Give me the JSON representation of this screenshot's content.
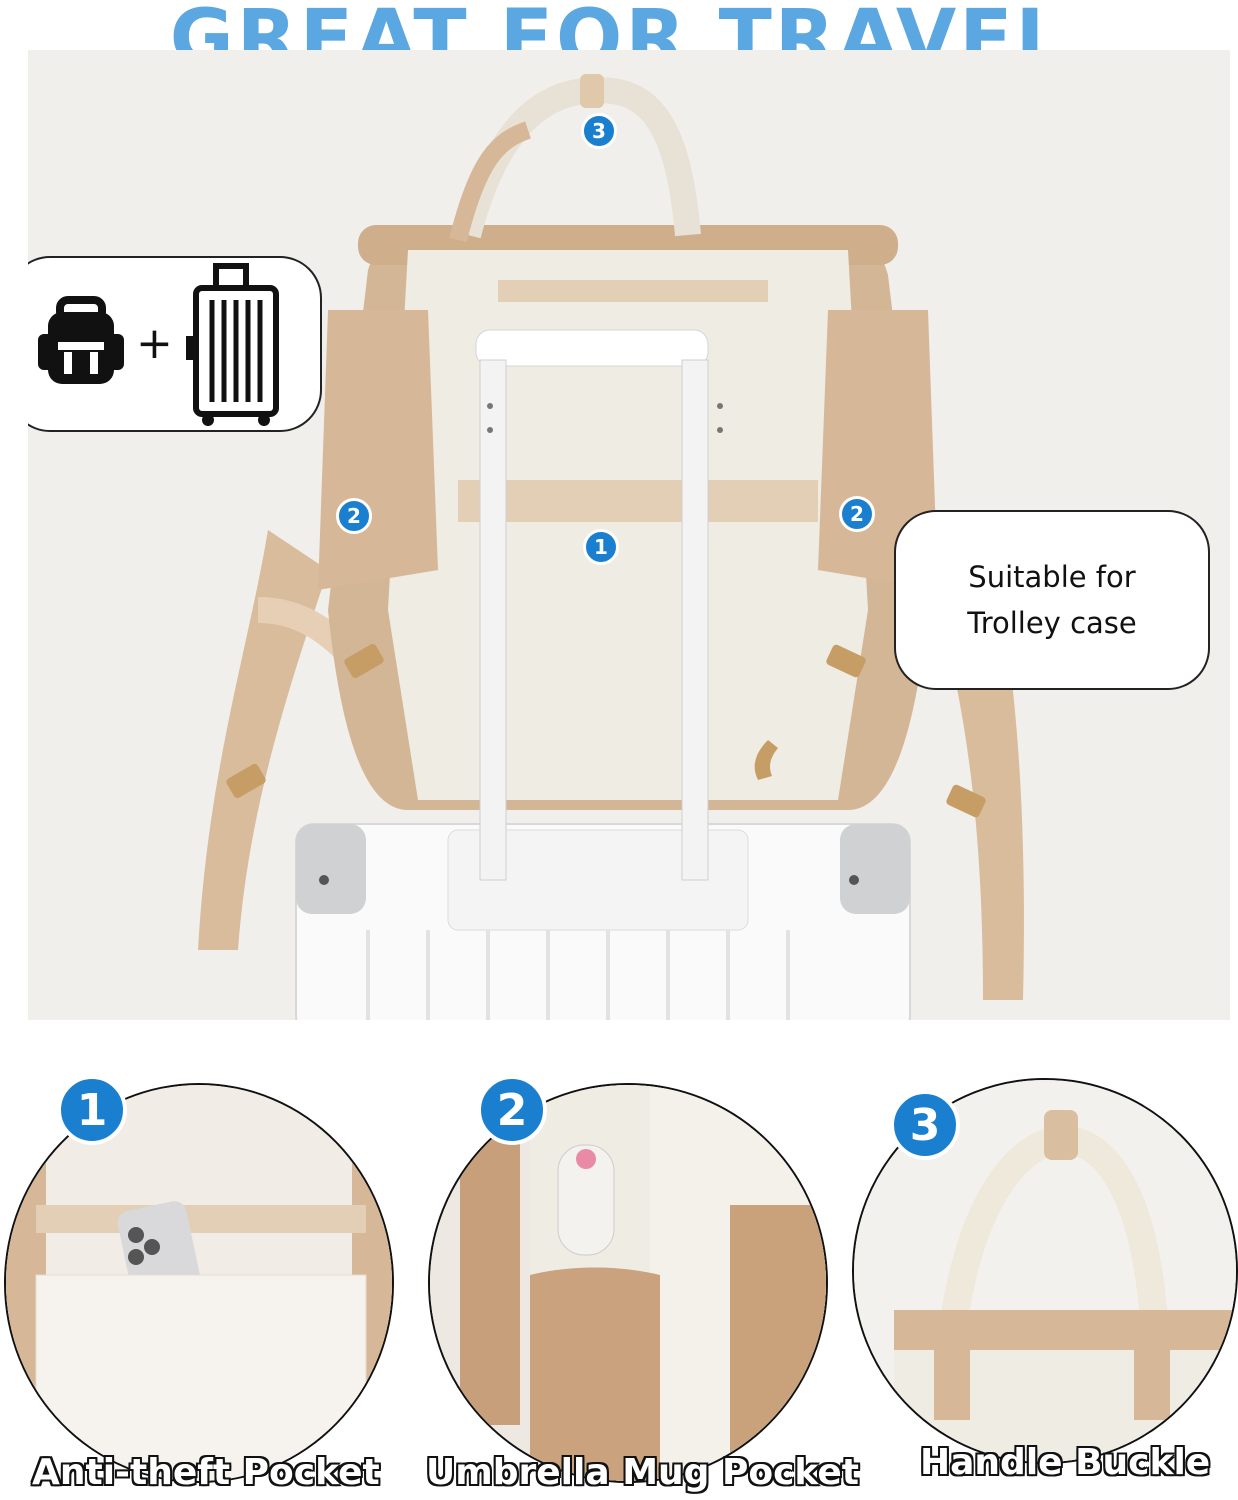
{
  "headline": "GREAT FOR TRAVEL",
  "hero": {
    "plus_sign": "+",
    "callout_line1": "Suitable for",
    "callout_line2": "Trolley case",
    "markers": {
      "top": "3",
      "left": "2",
      "center": "1",
      "right": "2"
    }
  },
  "details": [
    {
      "number": "1",
      "caption": "Anti-theft Pocket"
    },
    {
      "number": "2",
      "caption": "Umbrella Mug Pocket"
    },
    {
      "number": "3",
      "caption": "Handle Buckle"
    }
  ],
  "colors": {
    "accent_blue": "#1b7fd0",
    "headline_blue": "#5aa7e2",
    "khaki": "#d6b898",
    "cream": "#efece4"
  },
  "icons": [
    "backpack-icon",
    "suitcase-icon"
  ]
}
